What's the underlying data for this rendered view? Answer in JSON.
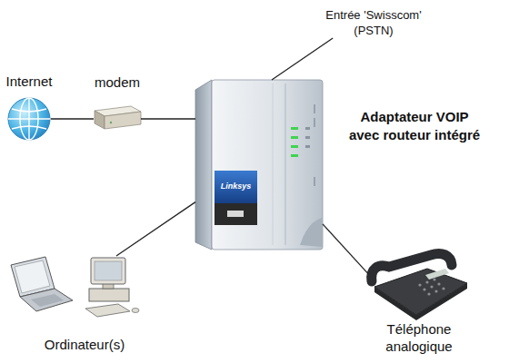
{
  "diagram": {
    "nodes": [
      {
        "text": [
          "Entrée 'Swisscom' (PSTN)"
        ]
      },
      {
        "text": [
          "Internet"
        ]
      },
      {
        "text": [
          "modem"
        ]
      },
      {
        "text": [
          "Adaptateur VOIP avec routeur intégré"
        ]
      },
      {
        "text": [
          "Ordinateur(s)"
        ]
      },
      {
        "text": [
          "Téléphone analogique"
        ]
      }
    ],
    "edges": [
      {
        "from": 1,
        "to": 2,
        "arrow": "none"
      },
      {
        "from": 2,
        "to": 3,
        "arrow": "none"
      },
      {
        "from": 3,
        "to": 0,
        "arrow": "none"
      },
      {
        "from": 3,
        "to": 4,
        "arrow": "none"
      },
      {
        "from": 3,
        "to": 5,
        "arrow": "none"
      }
    ],
    "labels": [
      "Linksys"
    ]
  }
}
